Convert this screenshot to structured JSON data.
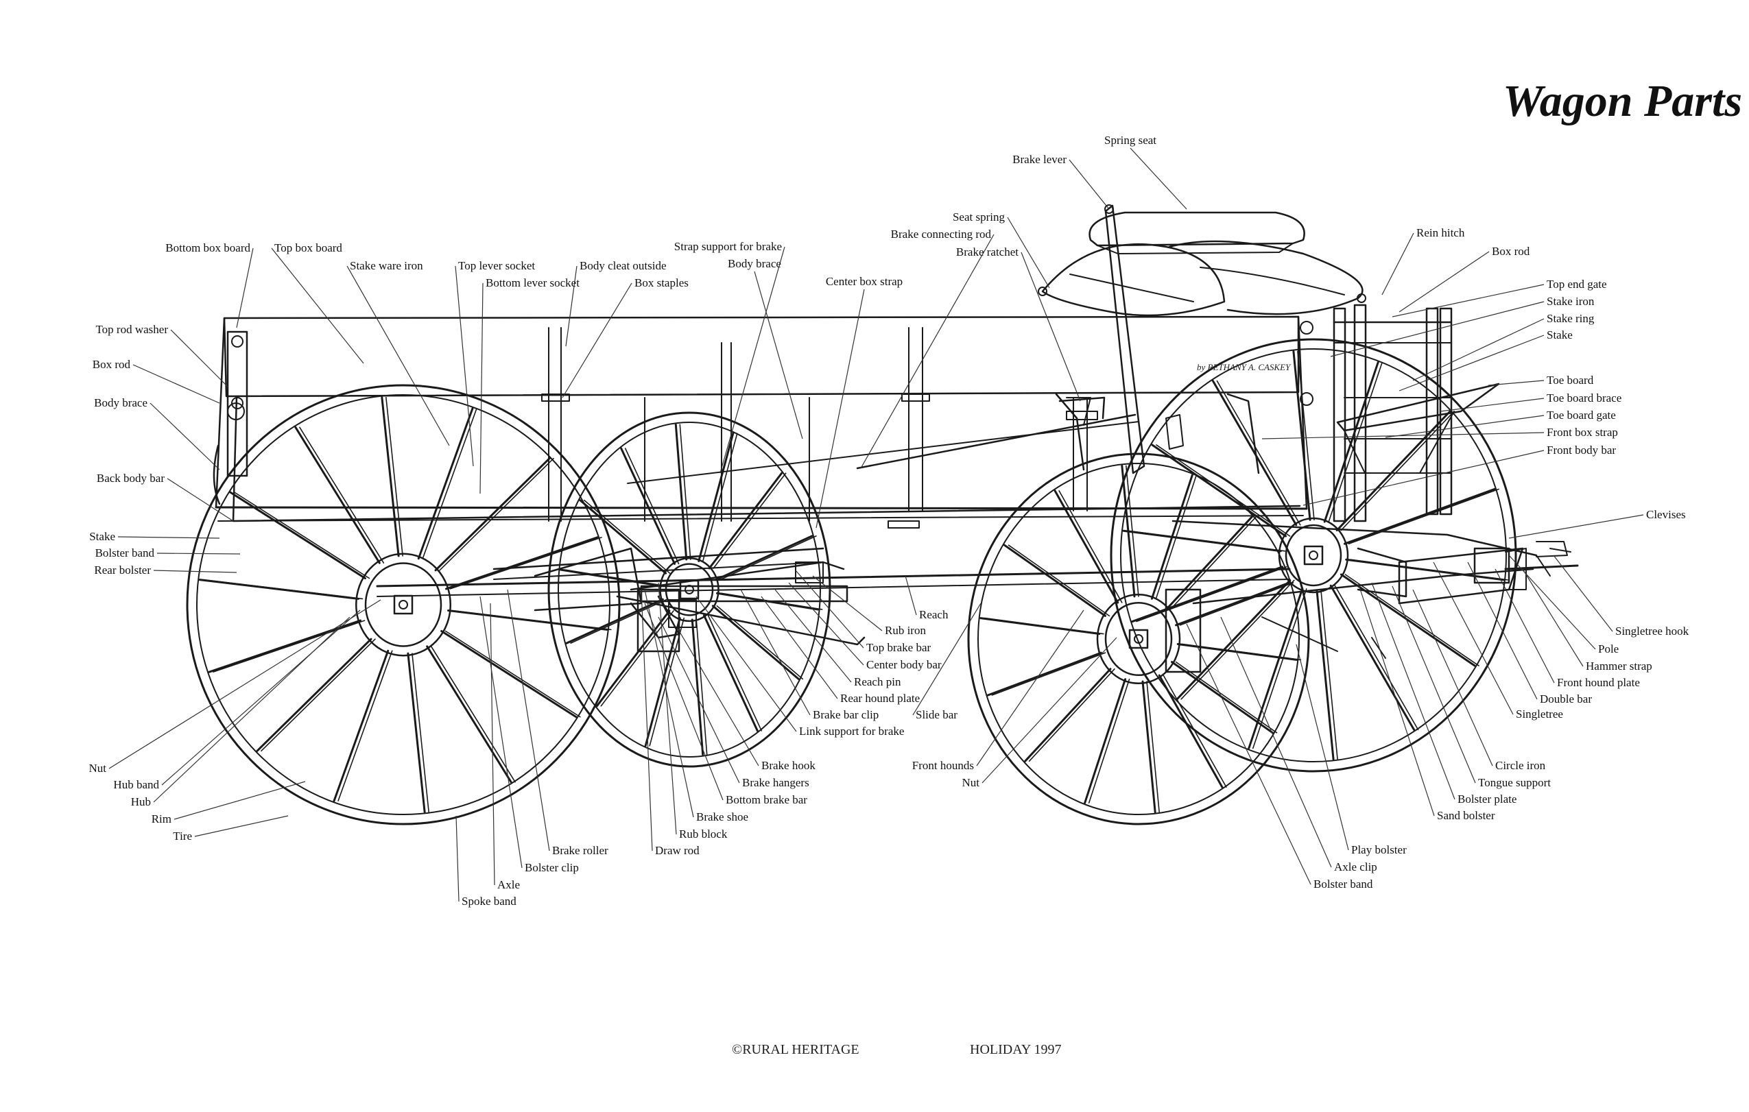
{
  "title": "Wagon Parts",
  "credit": "by BETHANY A. CASKEY",
  "footer": {
    "copyright": "©RURAL HERITAGE",
    "issue": "HOLIDAY 1997"
  },
  "labels": [
    "Spring seat",
    "Brake lever",
    "Seat spring",
    "Brake connecting rod",
    "Brake ratchet",
    "Rein hitch",
    "Box rod",
    "Strap support for brake",
    "Body brace",
    "Center box strap",
    "Bottom box board",
    "Top box board",
    "Stake ware iron",
    "Top lever socket",
    "Body cleat outside",
    "Bottom lever socket",
    "Box staples",
    "Top rod washer",
    "Box rod",
    "Body brace",
    "Back body bar",
    "Stake",
    "Bolster band",
    "Rear bolster",
    "Top end gate",
    "Stake iron",
    "Stake ring",
    "Stake",
    "Toe board",
    "Toe board brace",
    "Toe board gate",
    "Front box strap",
    "Front body bar",
    "Clevises",
    "Singletree hook",
    "Pole",
    "Hammer strap",
    "Front hound plate",
    "Double bar",
    "Singletree",
    "Circle iron",
    "Tongue support",
    "Bolster plate",
    "Sand bolster",
    "Play bolster",
    "Axle clip",
    "Bolster band",
    "Reach",
    "Rub iron",
    "Top brake bar",
    "Center body bar",
    "Reach pin",
    "Rear hound plate",
    "Brake bar clip",
    "Slide bar",
    "Link support for brake",
    "Front hounds",
    "Nut",
    "Brake hook",
    "Brake hangers",
    "Bottom brake bar",
    "Brake shoe",
    "Rub block",
    "Draw rod",
    "Brake roller",
    "Bolster clip",
    "Axle",
    "Spoke band",
    "Nut",
    "Hub band",
    "Hub",
    "Rim",
    "Tire"
  ],
  "icons": [
    "wagon-illustration"
  ]
}
